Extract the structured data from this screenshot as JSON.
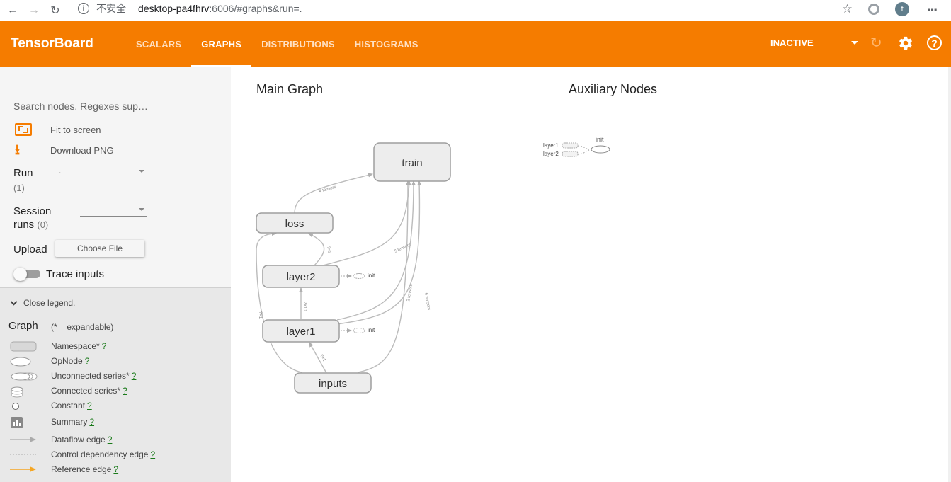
{
  "browser": {
    "insecure_label": "不安全",
    "url_host": "desktop-pa4fhrv",
    "url_path": ":6006/#graphs&run=.",
    "avatar_letter": "f"
  },
  "toolbar": {
    "brand": "TensorBoard",
    "tabs": [
      {
        "label": "SCALARS",
        "active": false
      },
      {
        "label": "GRAPHS",
        "active": true
      },
      {
        "label": "DISTRIBUTIONS",
        "active": false
      },
      {
        "label": "HISTOGRAMS",
        "active": false
      }
    ],
    "status_select": "INACTIVE",
    "help_glyph": "?",
    "accent_color": "#f57c00"
  },
  "sidebar": {
    "search_placeholder": "Search nodes. Regexes sup…",
    "fit_label": "Fit to screen",
    "download_label": "Download PNG",
    "run_label": "Run",
    "run_count": "(1)",
    "run_value": ".",
    "session_label_1": "Session",
    "session_label_2": "runs",
    "session_count": "(0)",
    "upload_label": "Upload",
    "choose_file_label": "Choose File",
    "trace_label": "Trace inputs"
  },
  "legend": {
    "close_label": "Close legend.",
    "title": "Graph",
    "expand_note": "(* = expandable)",
    "help_glyph": "?",
    "items": [
      {
        "label": "Namespace*",
        "icon": "namespace-icon"
      },
      {
        "label": "OpNode",
        "icon": "opnode-icon"
      },
      {
        "label": "Unconnected series*",
        "icon": "unconnected-series-icon"
      },
      {
        "label": "Connected series*",
        "icon": "connected-series-icon"
      },
      {
        "label": "Constant",
        "icon": "constant-icon"
      },
      {
        "label": "Summary",
        "icon": "summary-icon"
      },
      {
        "label": "Dataflow edge",
        "icon": "dataflow-edge-icon"
      },
      {
        "label": "Control dependency edge",
        "icon": "control-edge-icon"
      },
      {
        "label": "Reference edge",
        "icon": "reference-edge-icon"
      }
    ]
  },
  "main": {
    "main_title": "Main Graph",
    "aux_title": "Auxiliary Nodes",
    "nodes": {
      "train": "train",
      "loss": "loss",
      "layer2": "layer2",
      "layer1": "layer1",
      "inputs": "inputs",
      "init": "init"
    },
    "edge_labels": {
      "loss_train": "4 tensors",
      "layer2_loss": "?×1",
      "layer2_train": "5 tensors",
      "layer1_train_a": "2 tensors",
      "layer1_train_b": "6 tensors",
      "layer1_layer2": "?×10",
      "inputs_layer1": "?×1",
      "inputs_loss": "?×1"
    },
    "aux": {
      "layer1": "layer1",
      "layer2": "layer2",
      "init": "init"
    }
  }
}
